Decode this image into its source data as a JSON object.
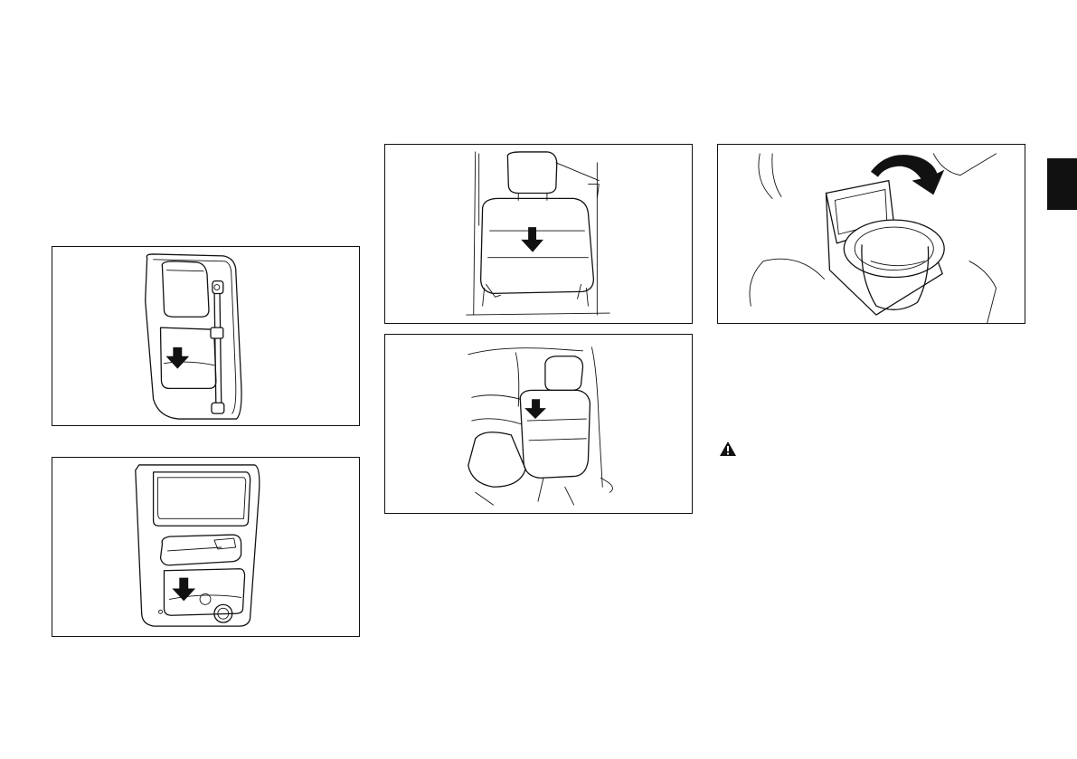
{
  "page": {
    "background": "#ffffff",
    "line_color": "#111111"
  },
  "figures": [
    {
      "id": "rear-door-pocket-figure",
      "icon": "door-pocket-illustration"
    },
    {
      "id": "rear-door-trim-pocket-figure",
      "icon": "door-trim-pocket-illustration"
    },
    {
      "id": "seatback-pocket-figure",
      "icon": "seatback-pocket-illustration"
    },
    {
      "id": "seatback-pocket-interior-figure",
      "icon": "interior-seat-illustration"
    },
    {
      "id": "cup-holder-figure",
      "icon": "cup-holder-illustration"
    }
  ],
  "markers": {
    "warning": "warning-triangle-icon",
    "section_tab": "black-section-tab"
  }
}
